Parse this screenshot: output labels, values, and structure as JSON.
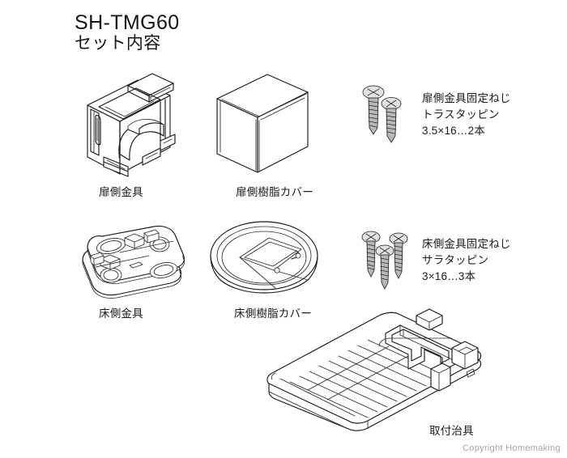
{
  "document": {
    "model_number": "SH-TMG60",
    "subtitle": "セット内容"
  },
  "parts": [
    {
      "id": "door-bracket",
      "caption": "扉側金具",
      "icon": "isometric-bracket-drawing"
    },
    {
      "id": "door-resin-cover",
      "caption": "扉側樹脂カバー",
      "icon": "isometric-box-drawing"
    },
    {
      "id": "floor-bracket",
      "caption": "床側金具",
      "icon": "isometric-flat-plate-drawing"
    },
    {
      "id": "floor-resin-cover",
      "caption": "床側樹脂カバー",
      "icon": "isometric-disc-drawing"
    },
    {
      "id": "mounting-jig",
      "caption": "取付治具",
      "icon": "isometric-jig-drawing"
    }
  ],
  "fasteners": [
    {
      "id": "door-screws",
      "icon": "pan-head-screw",
      "count": 2,
      "line1": "扉側金具固定ねじ",
      "line2": "トラスタッピン",
      "line3": "3.5×16…2本"
    },
    {
      "id": "floor-screws",
      "icon": "flat-head-screw",
      "count": 3,
      "line1": "床側金具固定ねじ",
      "line2": "サラタッピン",
      "line3": "3×16…3本"
    }
  ],
  "watermark": {
    "text": "Copyright Homemaking"
  },
  "colors": {
    "background": "#ffffff",
    "line": "#1a1a1a",
    "text": "#1c1c1c",
    "watermark": "#a6a6a6",
    "metal_shade": "#b8b8b8"
  }
}
